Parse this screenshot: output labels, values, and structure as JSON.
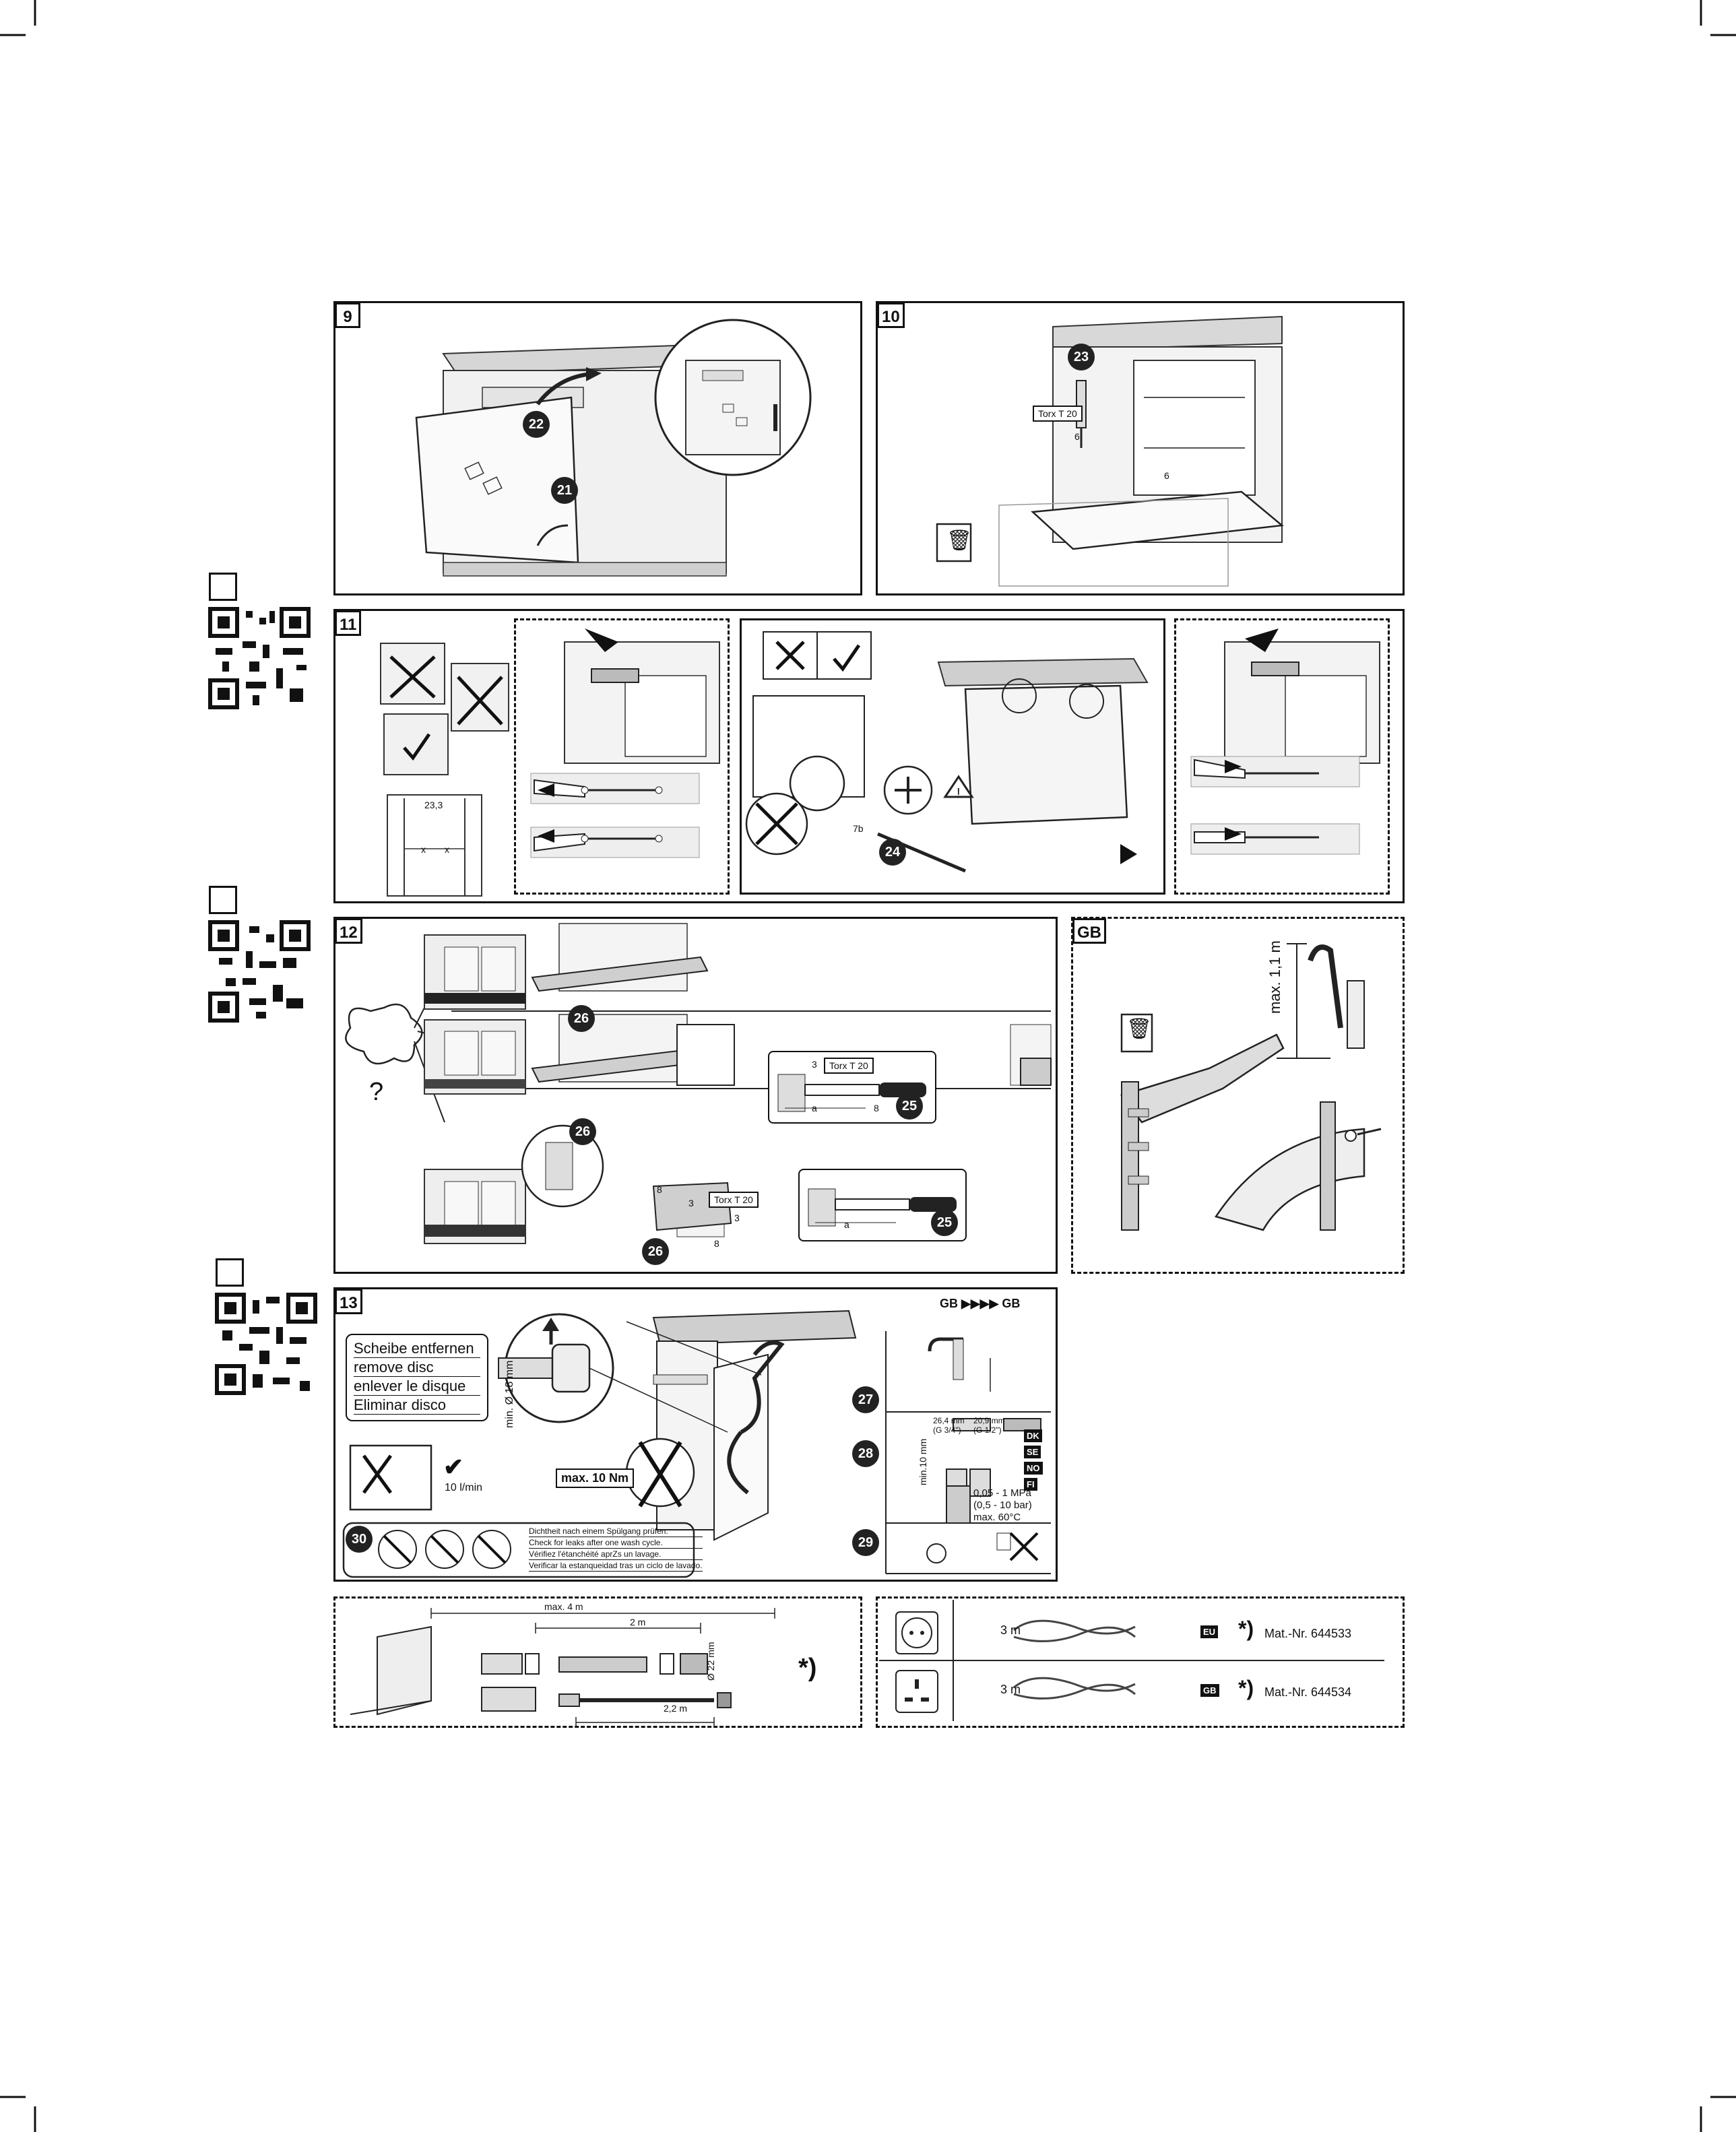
{
  "corner_marks": true,
  "steps": {
    "s9": {
      "num": "9",
      "badges": [
        "22",
        "21"
      ]
    },
    "s10": {
      "num": "10",
      "badges": [
        "23"
      ],
      "torx": "Torx T 20",
      "hex": [
        "6",
        "6"
      ],
      "trash_icon": "trash-bin-icon"
    },
    "s11": {
      "num": "11",
      "dims": {
        "x1": "x",
        "x2": "x",
        "top": "23,3"
      },
      "badges": [
        "24"
      ],
      "hex": [
        "7b"
      ],
      "warning_icon": "warning-triangle-icon"
    },
    "s12": {
      "num": "12",
      "question": "?",
      "badges": [
        "26",
        "26",
        "26",
        "25",
        "25"
      ],
      "torx": [
        "Torx T 20",
        "Torx T 20"
      ],
      "hex": [
        "3",
        "8",
        "8",
        "3",
        "3",
        "8"
      ],
      "dim_a": [
        "a",
        "a"
      ]
    },
    "gb": {
      "num": "GB",
      "max_label": "max. 1,1 m",
      "trash_icon": "trash-bin-icon"
    },
    "s13": {
      "num": "13",
      "disc_lines": [
        "Scheibe entfernen",
        "remove disc",
        "enlever le disque",
        "Eliminar disco"
      ],
      "min_diam": "min. Ø 18 mm",
      "flow": "10 l/min",
      "torque": "max. 10 Nm",
      "badges": [
        "27",
        "28",
        "29",
        "30"
      ],
      "gb_arrows": "GB ▶▶▶▶ GB",
      "thread1": "26,4 mm",
      "thread1b": "(G 3/4\")",
      "thread2": "20,9 mm",
      "thread2b": "(G 1/2\")",
      "min_height": "min.10 mm",
      "countries": [
        "DK",
        "SE",
        "NO",
        "FI"
      ],
      "pressure": [
        "0,05 - 1 MPa",
        "(0,5 - 10 bar)",
        "max. 60°C"
      ],
      "leak_lines": [
        "Dichtheit nach einem Spülgang prüfen.",
        "Check for leaks after one wash cycle.",
        "Vérifiez l'étanchéité aprZs un lavage.",
        "Verificar la estanqueidad tras un ciclo de lavado."
      ]
    }
  },
  "hoses": {
    "max": "max. 4 m",
    "len1": "2 m",
    "diam": "Ø 22 mm",
    "len2": "2,2 m",
    "star": "*)"
  },
  "cables": {
    "rows": [
      {
        "length": "3 m",
        "region": "EU",
        "star": "*)",
        "mat": "Mat.-Nr. 644533"
      },
      {
        "length": "3 m",
        "region": "GB",
        "star": "*)",
        "mat": "Mat.-Nr. 644534"
      }
    ]
  }
}
